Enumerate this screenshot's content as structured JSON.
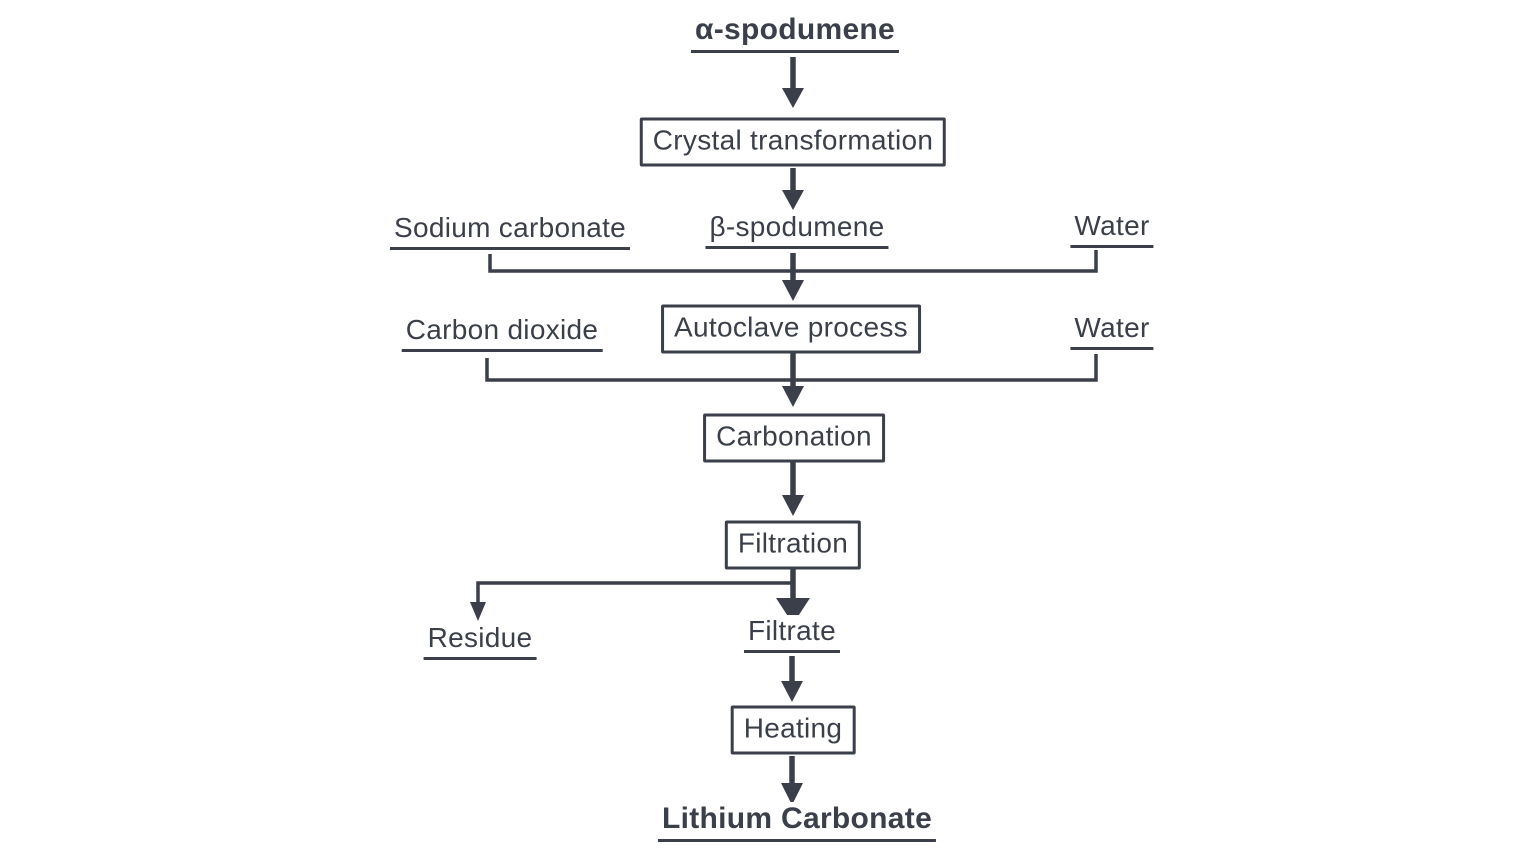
{
  "diagram": {
    "background": "#ffffff",
    "ink_color": "#3a3f49",
    "nodes": {
      "alpha_spodumene": "α-spodumene",
      "crystal_transformation": "Crystal transformation",
      "sodium_carbonate": "Sodium carbonate",
      "beta_spodumene": "β-spodumene",
      "water_top": "Water",
      "autoclave_process": "Autoclave process",
      "carbon_dioxide": "Carbon dioxide",
      "water_mid": "Water",
      "carbonation": "Carbonation",
      "filtration": "Filtration",
      "residue": "Residue",
      "filtrate": "Filtrate",
      "heating": "Heating",
      "lithium_carbonate": "Lithium Carbonate"
    },
    "edges": [
      {
        "from": "α-spodumene",
        "to": "Crystal transformation"
      },
      {
        "from": "Crystal transformation",
        "to": "β-spodumene"
      },
      {
        "from": "Sodium carbonate",
        "to": "Autoclave process"
      },
      {
        "from": "β-spodumene",
        "to": "Autoclave process"
      },
      {
        "from": "Water",
        "to": "Autoclave process"
      },
      {
        "from": "Carbon dioxide",
        "to": "Carbonation"
      },
      {
        "from": "Autoclave process",
        "to": "Carbonation"
      },
      {
        "from": "Water",
        "to": "Carbonation"
      },
      {
        "from": "Carbonation",
        "to": "Filtration"
      },
      {
        "from": "Filtration",
        "to": "Residue"
      },
      {
        "from": "Filtration",
        "to": "Filtrate"
      },
      {
        "from": "Filtrate",
        "to": "Heating"
      },
      {
        "from": "Heating",
        "to": "Lithium Carbonate"
      }
    ]
  }
}
